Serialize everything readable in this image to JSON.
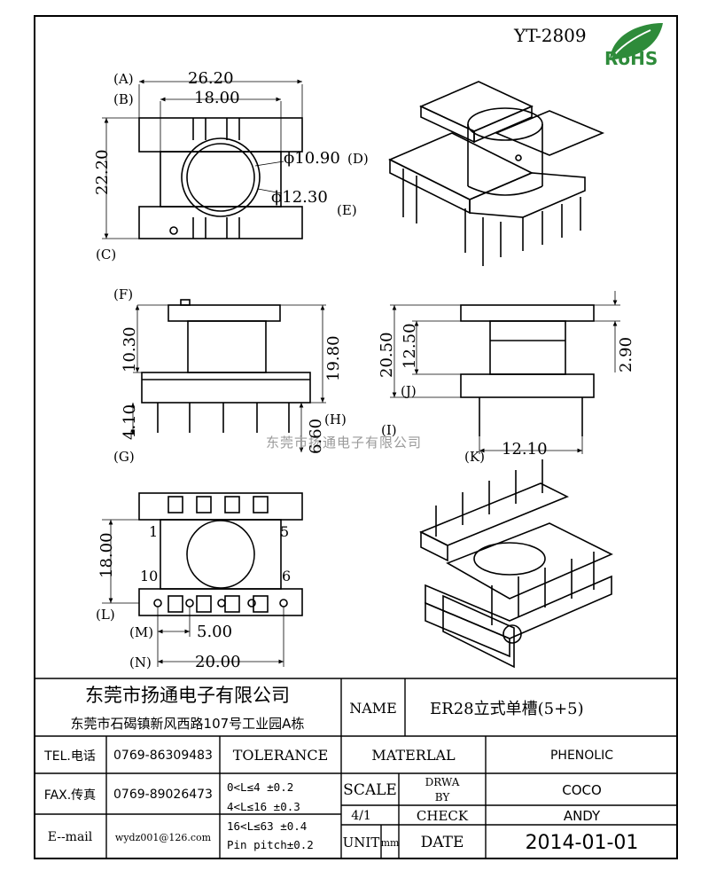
{
  "header": {
    "model": "YT-2809",
    "rohs_logo_text": "RoHS"
  },
  "watermark": "东莞市扬通电子有限公司",
  "views": {
    "top": {
      "dim_a": "26.20",
      "dim_b": "18.00",
      "dim_height": "22.20",
      "dim_d": "ϕ10.90",
      "dim_e": "ϕ12.30",
      "tag_a": "A",
      "tag_b": "B",
      "tag_c": "C",
      "tag_d": "D",
      "tag_e": "E"
    },
    "front": {
      "dim_f": "10.30",
      "dim_total": "19.80",
      "dim_g": "4.10",
      "dim_h": "6.60",
      "tag_f": "F",
      "tag_g": "G",
      "tag_h": "H"
    },
    "side": {
      "dim_i": "20.50",
      "dim_j": "12.50",
      "dim_top": "2.90",
      "dim_k": "12.10",
      "tag_i": "I",
      "tag_j": "J",
      "tag_k": "K"
    },
    "bottom": {
      "dim_l": "18.00",
      "dim_m": "5.00",
      "dim_n": "20.00",
      "pin_1": "1",
      "pin_5": "5",
      "pin_6": "6",
      "pin_10": "10",
      "tag_l": "L",
      "tag_m": "M",
      "tag_n": "N"
    }
  },
  "title_block": {
    "company_name": "东莞市扬通电子有限公司",
    "company_address": "东莞市石碣镇新风西路107号工业园A栋",
    "name_label": "NAME",
    "name_value": "ER28立式单槽(5+5)",
    "tel_label": "TEL.电话",
    "tel_value": "0769-86309483",
    "fax_label": "FAX.传真",
    "fax_value": "0769-89026473",
    "email_label": "E--mail",
    "email_value": "wydz001@126.com",
    "tolerance_label": "TOLERANCE",
    "tolerance_1": "0<L≤4   ±0.2",
    "tolerance_2": "4<L≤16  ±0.3",
    "tolerance_3": "16<L≤63 ±0.4",
    "tolerance_4": "Pin pitch±0.2",
    "material_label": "MATERLAL",
    "material_value": "PHENOLIC",
    "scale_label": "SCALE",
    "scale_value": "4/1",
    "drawn_label_1": "DRWA",
    "drawn_label_2": "BY",
    "drawn_value": "COCO",
    "check_label": "CHECK",
    "check_value": "ANDY",
    "unit_label": "UNIT",
    "unit_value": "mm",
    "date_label": "DATE",
    "date_value": "2014-01-01"
  },
  "colors": {
    "line": "#000000",
    "rohs_green": "#2e8b3a",
    "watermark": "#9a9a9a"
  }
}
